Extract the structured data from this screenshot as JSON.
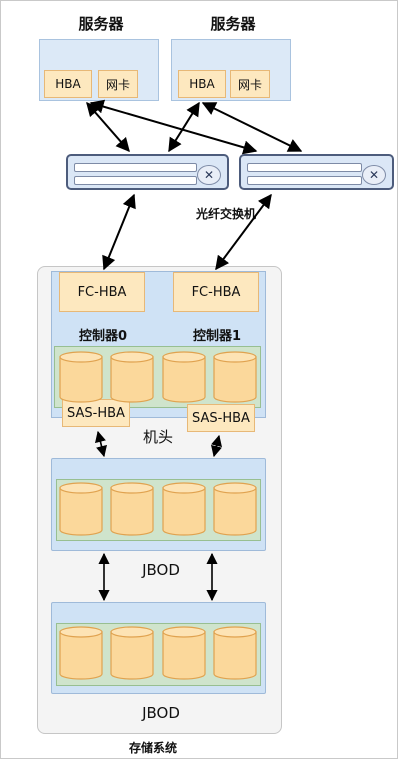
{
  "servers": [
    {
      "title": "服务器",
      "hba": "HBA",
      "nic": "网卡"
    },
    {
      "title": "服务器",
      "hba": "HBA",
      "nic": "网卡"
    }
  ],
  "switch_label": "光纤交换机",
  "controller_labels": [
    "控制器0",
    "控制器1"
  ],
  "fc_hba": [
    "FC-HBA",
    "FC-HBA"
  ],
  "sas_hba": [
    "SAS-HBA",
    "SAS-HBA"
  ],
  "head_label": "机头",
  "jbod_labels": [
    "JBOD",
    "JBOD"
  ],
  "storage_label": "存储系统",
  "colors": {
    "server_fill": "#dce9f7",
    "card_fill": "#fde8bf",
    "disk_fill": "#fbd89b",
    "disk_stroke": "#e0a24f",
    "diskgroup_fill": "#cfe4cc",
    "switch_border": "#4d5c7c"
  }
}
